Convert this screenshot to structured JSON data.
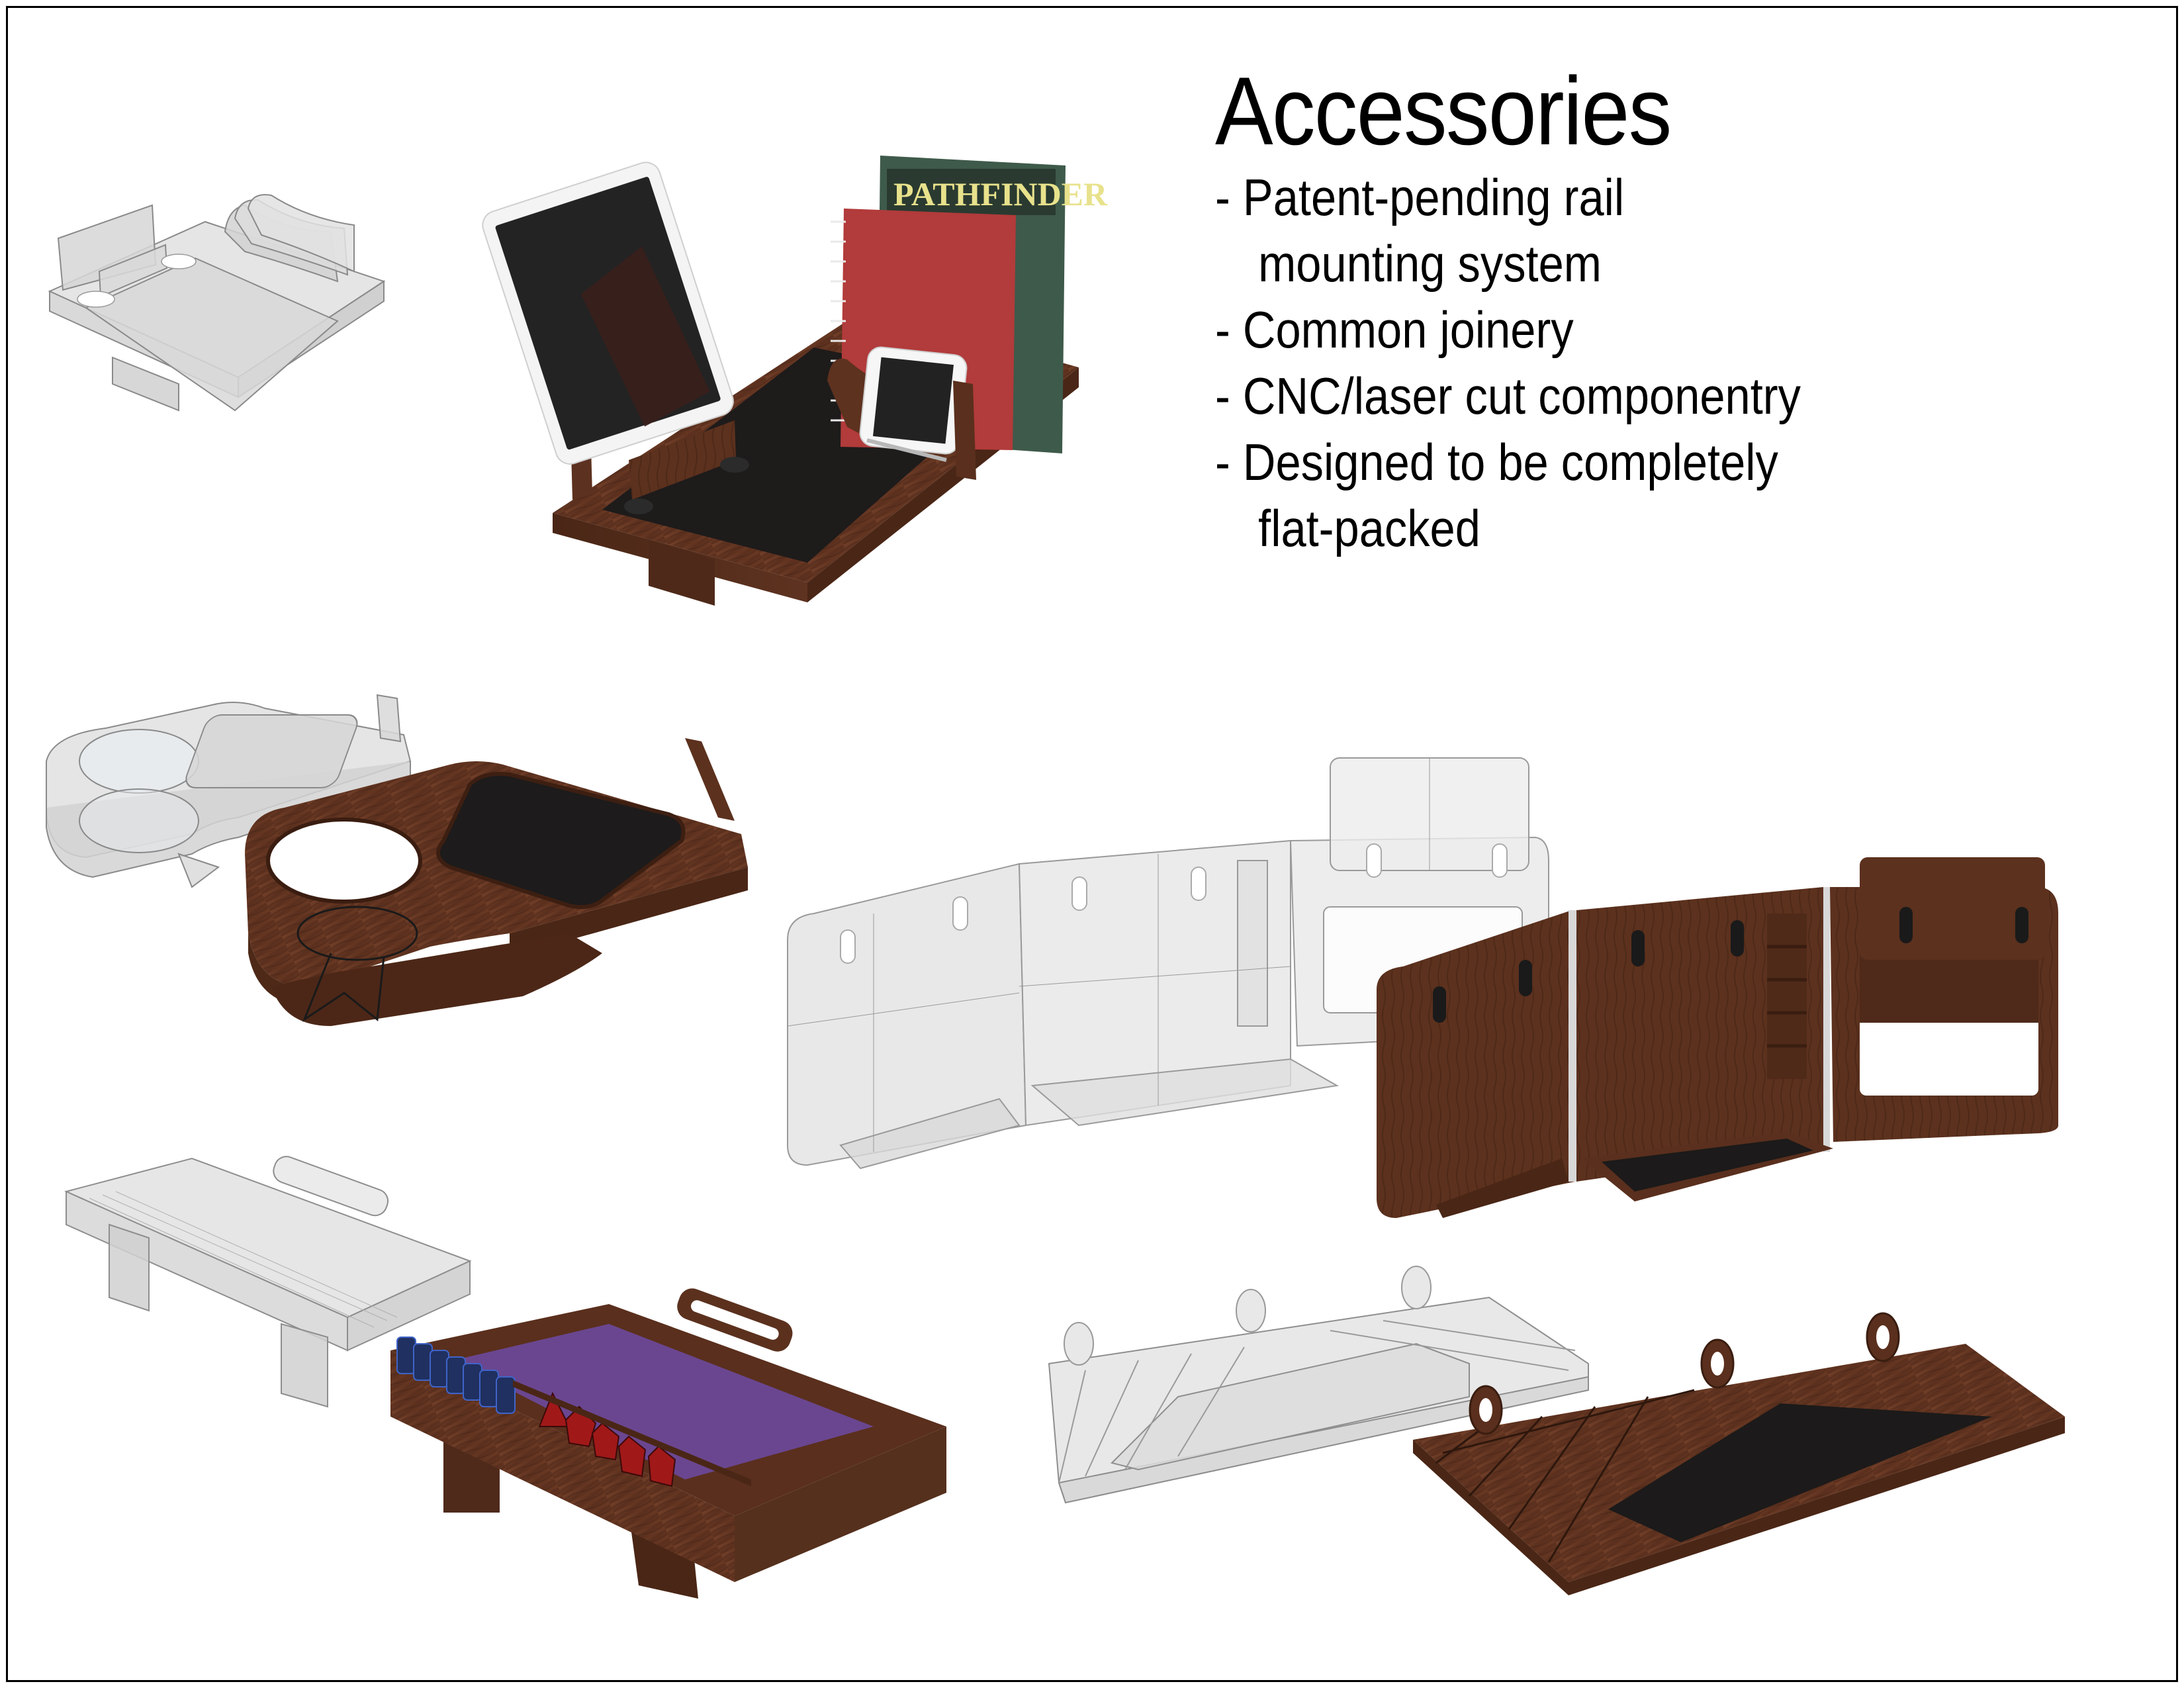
{
  "page": {
    "title": "Accessories",
    "bullets": [
      {
        "line1": "- Patent-pending rail",
        "line2": "mounting system"
      },
      {
        "line1": "- Common joinery",
        "line2": ""
      },
      {
        "line1": "- CNC/laser cut componentry",
        "line2": ""
      },
      {
        "line1": "- Designed to be completely",
        "line2": "flat-packed"
      }
    ]
  },
  "figures": {
    "tablet_dock": {
      "wireframe_label": "tablet-dock-wireframe",
      "render_label": "tablet-dock-render",
      "book_cover_text": "PATHFINDER"
    },
    "cup_holder": {
      "wireframe_label": "cup-holder-wireframe",
      "render_label": "cup-holder-render"
    },
    "gm_screen": {
      "wireframe_label": "gm-screen-wireframe",
      "render_label": "gm-screen-render"
    },
    "dice_tray": {
      "wireframe_label": "dice-tray-wireframe",
      "render_label": "dice-tray-render"
    },
    "wall_shelf": {
      "wireframe_label": "wall-shelf-wireframe",
      "render_label": "wall-shelf-render"
    }
  },
  "colors": {
    "wood": "#5e3320",
    "wood_dark": "#3e2014",
    "wood_light": "#7a4630",
    "mat_black": "#1c1a1a",
    "felt_purple": "#6a4690",
    "notebook_red": "#b23a3a",
    "wire_fill": "#e2e2e2",
    "wire_edge": "#8e8e8e",
    "text": "#000000",
    "border": "#000000"
  }
}
